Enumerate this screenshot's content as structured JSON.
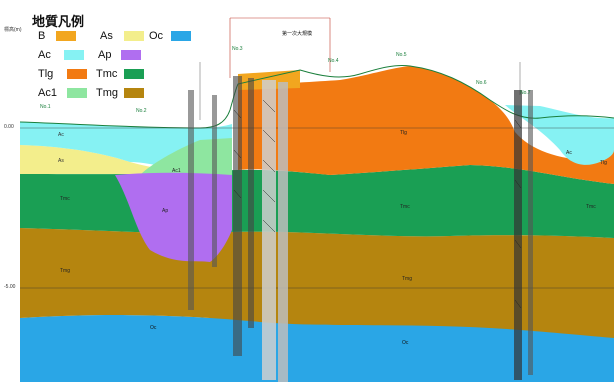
{
  "header": {
    "top_left_small": ""
  },
  "axis": {
    "elev_label": "標高(m)",
    "tick_upper": "0.00",
    "tick_lower": "-5.00"
  },
  "legend": {
    "title": "地質凡例",
    "items": [
      {
        "code": "B",
        "color": "#f2a61f"
      },
      {
        "code": "As",
        "color": "#f3ee8c"
      },
      {
        "code": "Oc",
        "color": "#2aa6e6"
      },
      {
        "code": "Ac",
        "color": "#86f2f3"
      },
      {
        "code": "Ap",
        "color": "#b06ef0"
      },
      {
        "code": "Tlg",
        "color": "#f27a12"
      },
      {
        "code": "Tmc",
        "color": "#1a9f54"
      },
      {
        "code": "Ac1",
        "color": "#8ee6a0"
      },
      {
        "code": "Tmg",
        "color": "#b5850f"
      }
    ]
  },
  "layer_labels": {
    "Ac_left": "Ac",
    "As_left": "As",
    "Tmc_left": "Tmc",
    "Tmg_left": "Tmg",
    "Oc_mid": "Oc",
    "Tlg_mid": "Tlg",
    "Tmc_mid": "Tmc",
    "Tmg_mid": "Tmg",
    "Oc_right": "Oc",
    "Ap_left": "Ap",
    "Ac1_left": "Ac1",
    "Tmc_right": "Tmc",
    "Tlg_right": "Tlg",
    "Ac_right": "Ac"
  },
  "boreholes": {
    "top_banner": "第一次大規模",
    "labels": [
      "No.1",
      "No.2",
      "No.3",
      "No.4",
      "No.5",
      "No.6",
      "No.7"
    ]
  }
}
